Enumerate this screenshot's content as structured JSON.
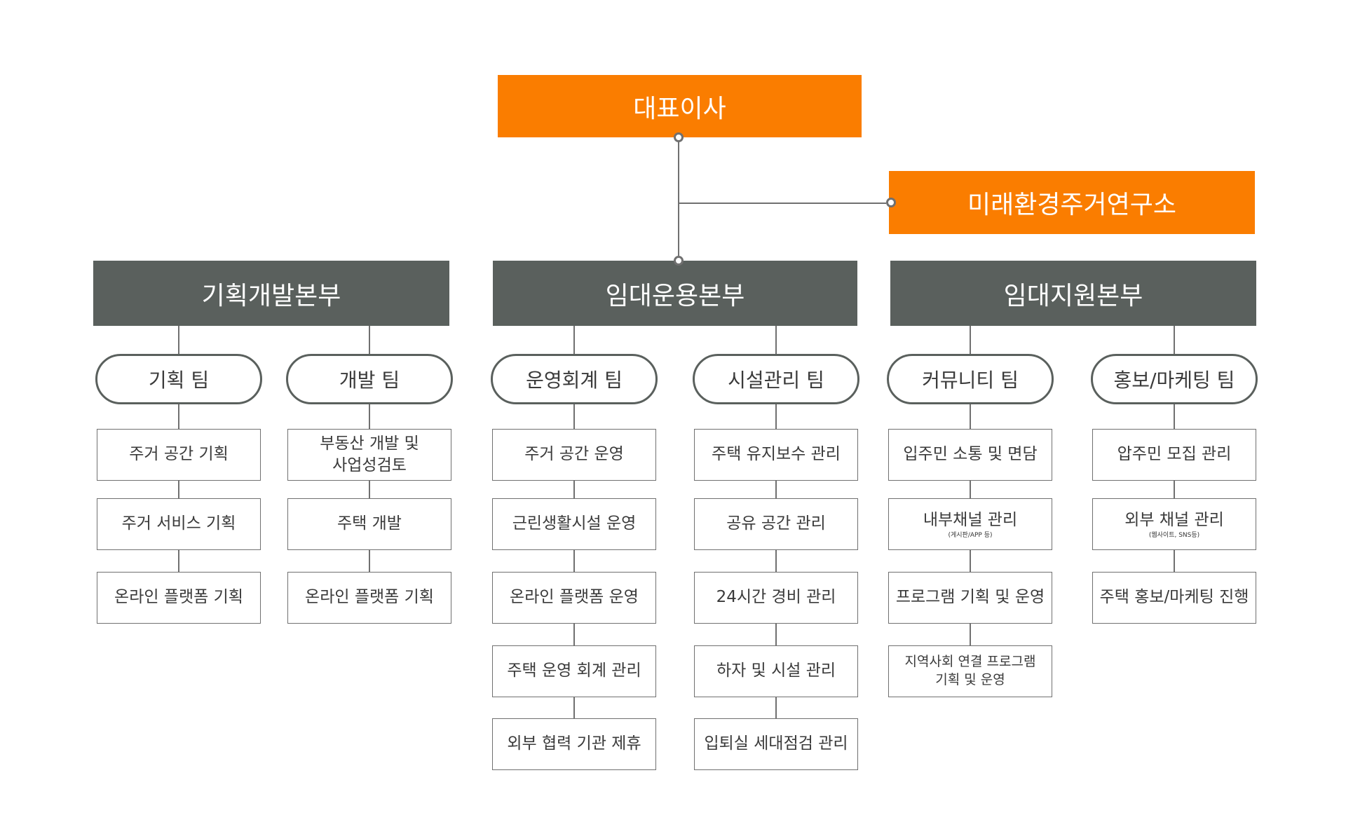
{
  "ceo": "대표이사",
  "lab": "미래환경주거연구소",
  "divisions": [
    {
      "name": "기획개발본부",
      "teams": [
        {
          "name": "기획 팀",
          "tasks": [
            {
              "label": "주거 공간 기획"
            },
            {
              "label": "주거 서비스 기획"
            },
            {
              "label": "온라인 플랫폼 기획"
            }
          ]
        },
        {
          "name": "개발 팀",
          "tasks": [
            {
              "label": "부동산 개발 및\n사업성검토"
            },
            {
              "label": "주택 개발"
            },
            {
              "label": "온라인 플랫폼 기획"
            }
          ]
        }
      ]
    },
    {
      "name": "임대운용본부",
      "teams": [
        {
          "name": "운영회계 팀",
          "tasks": [
            {
              "label": "주거 공간 운영"
            },
            {
              "label": "근린생활시설 운영"
            },
            {
              "label": "온라인 플랫폼 운영"
            },
            {
              "label": "주택 운영 회계 관리"
            },
            {
              "label": "외부 협력 기관 제휴"
            }
          ]
        },
        {
          "name": "시설관리 팀",
          "tasks": [
            {
              "label": "주택 유지보수 관리"
            },
            {
              "label": "공유 공간 관리"
            },
            {
              "label": "24시간 경비 관리"
            },
            {
              "label": "하자 및 시설 관리"
            },
            {
              "label": "입퇴실 세대점검 관리"
            }
          ]
        }
      ]
    },
    {
      "name": "임대지원본부",
      "teams": [
        {
          "name": "커뮤니티 팀",
          "tasks": [
            {
              "label": "입주민 소통 및 면담"
            },
            {
              "label": "내부채널 관리",
              "sub": "(게시판/APP 등)"
            },
            {
              "label": "프로그램 기획 및 운영"
            },
            {
              "label": "지역사회 연결 프로그램\n기획 및 운영",
              "small": true
            }
          ]
        },
        {
          "name": "홍보/마케팅 팀",
          "tasks": [
            {
              "label": "압주민 모집 관리"
            },
            {
              "label": "외부 채널 관리",
              "sub": "(웹사이트, SNS등)"
            },
            {
              "label": "주택 홍보/마케팅 진행"
            }
          ]
        }
      ]
    }
  ],
  "colors": {
    "accent": "#fa7d00",
    "division": "#5a605d",
    "line": "#707070"
  }
}
